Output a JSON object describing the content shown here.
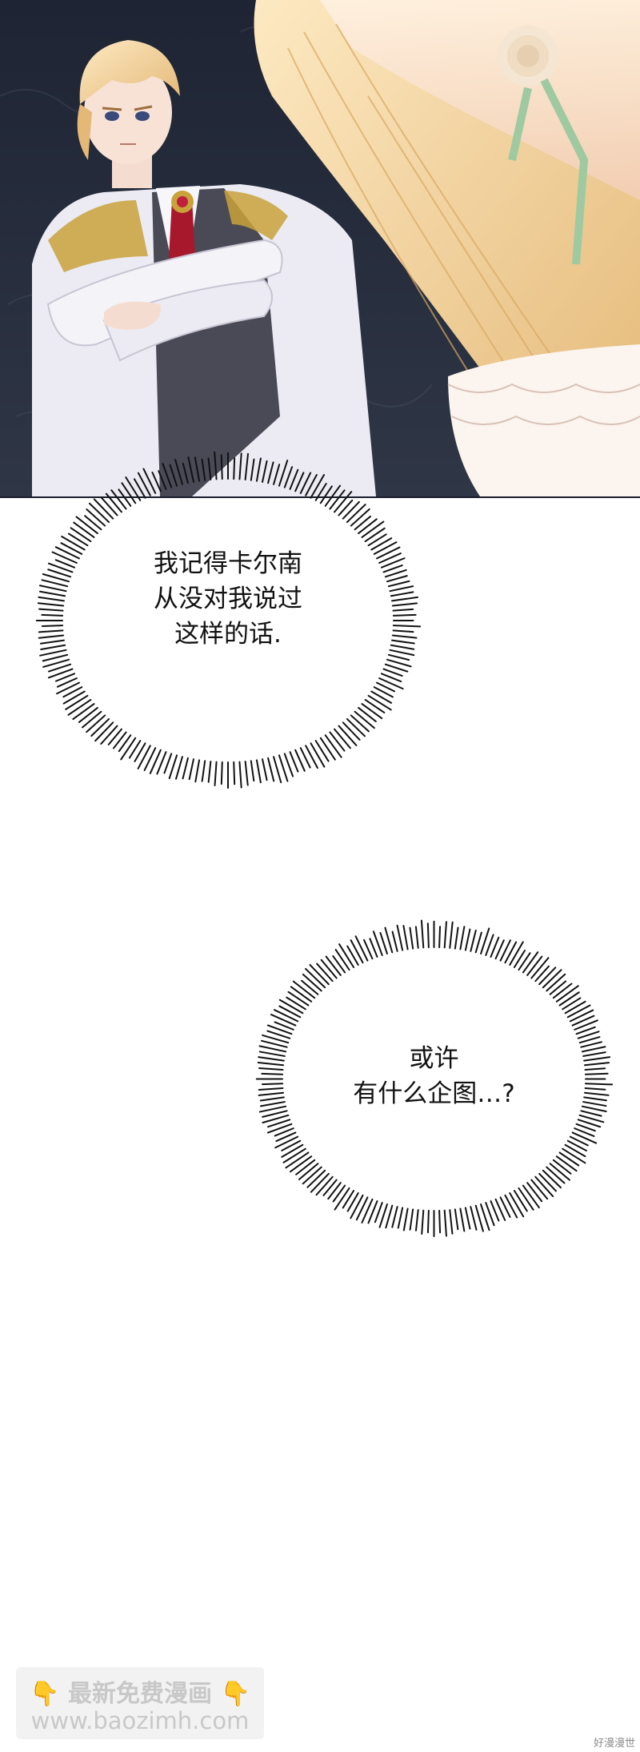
{
  "panel": {
    "scene_name": "manga-panel-night-garden"
  },
  "bubbles": {
    "first": {
      "text": "我记得卡尔南\n从没对我说过\n这样的话."
    },
    "second": {
      "text": "或许\n有什么企图…?"
    }
  },
  "watermark": {
    "icon_left": "👇",
    "title": "最新免费漫画",
    "icon_right": "👇",
    "url": "www.baozimh.com"
  },
  "corner_mark": "好漫漫世",
  "colors": {
    "night_bg": "#2a3040",
    "hair_blond": "#e9c98a",
    "coat_white": "#eeeef4",
    "gold_trim": "#c9a23a",
    "tie_red": "#a8182c",
    "veil_pink": "#f6d8c4",
    "ribbon_green": "#9fc9a0"
  }
}
